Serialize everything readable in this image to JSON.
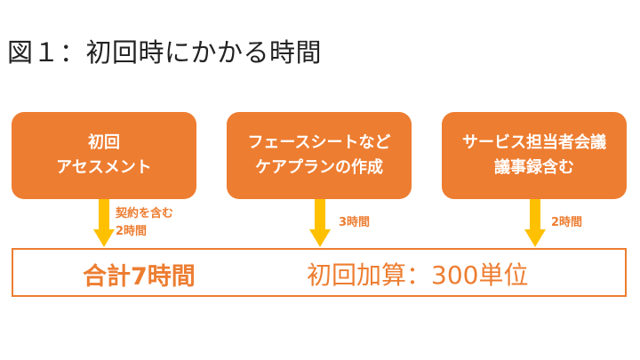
{
  "title": "図１：初回時にかかる時間",
  "colors": {
    "accent": "#ed7d31",
    "arrow": "#ffc000",
    "box_text": "#ffffff",
    "title_text": "#222222"
  },
  "steps": [
    {
      "line1": "初回",
      "line2": "アセスメント",
      "note_line1": "契約を含む",
      "note_line2": "2時間"
    },
    {
      "line1": "フェースシートなど",
      "line2": "ケアプランの作成",
      "note_line1": "3時間",
      "note_line2": ""
    },
    {
      "line1": "サービス担当者会議",
      "line2": "議事録含む",
      "note_line1": "2時間",
      "note_line2": ""
    }
  ],
  "summary": {
    "total": "合計7時間",
    "addition": "初回加算：300単位"
  }
}
